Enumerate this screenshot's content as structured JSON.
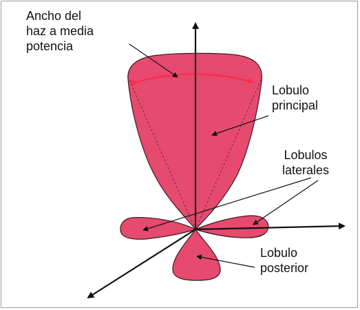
{
  "labels": {
    "beamwidth": [
      "Ancho del",
      "haz a media",
      "potencia"
    ],
    "main_lobe": [
      "Lobulo",
      "principal"
    ],
    "side_lobes": [
      "Lobulos",
      "laterales"
    ],
    "back_lobe": [
      "Lobulo",
      "posterior"
    ]
  },
  "colors": {
    "lobe_fill": "#e64a6e",
    "lobe_stroke": "#3a1a22",
    "beamwidth_arc": "#ff2a4a",
    "axis": "#111111"
  }
}
